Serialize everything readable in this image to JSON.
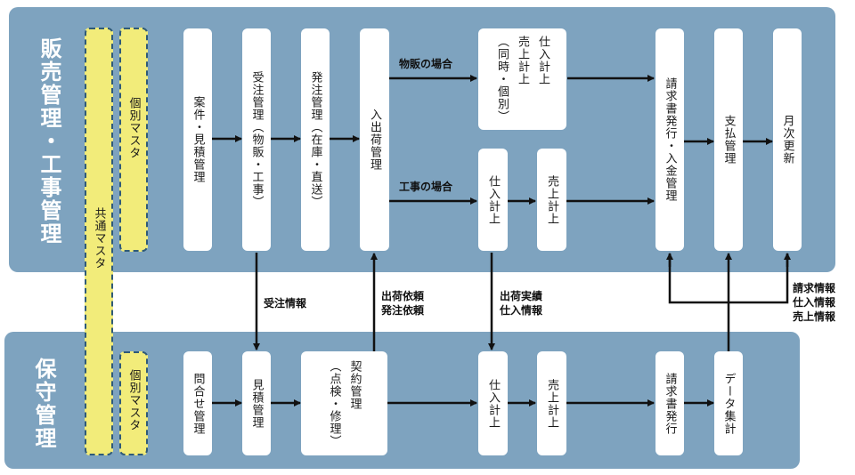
{
  "sections": {
    "top_title": "販売管理・工事管理",
    "bottom_title": "保守管理"
  },
  "masters": {
    "common": "共通マスタ",
    "individual_top": "個別マスタ",
    "individual_bottom": "個別マスタ"
  },
  "top_boxes": {
    "anken": "案件・見積管理",
    "juchu": "受注管理（物販・工事）",
    "hacchu": "発注管理（在庫・直送）",
    "nyushukka": "入出荷管理",
    "busshan_col1": "仕入計上",
    "busshan_col2": "売上計上",
    "busshan_col3": "（同時・個別）",
    "koji_shiire": "仕入計上",
    "koji_uriage": "売上計上",
    "seikyu": "請求書発行・入金管理",
    "shiharai": "支払管理",
    "getsuji": "月次更新"
  },
  "bottom_boxes": {
    "toiawase": "問合せ管理",
    "mitsumori": "見積管理",
    "keiyaku_col1": "契約管理",
    "keiyaku_col2": "（点検・修理）",
    "shiire": "仕入計上",
    "uriage": "売上計上",
    "seikyu": "請求書発行",
    "data": "データ集計"
  },
  "labels": {
    "busshan_case": "物販の場合",
    "koji_case": "工事の場合",
    "juchu_info": "受注情報",
    "request_line1": "出荷依頼",
    "request_line2": "発注依頼",
    "result_line1": "出荷実績",
    "result_line2": "仕入情報",
    "info_line1": "請求情報",
    "info_line2": "仕入情報",
    "info_line3": "売上情報"
  }
}
